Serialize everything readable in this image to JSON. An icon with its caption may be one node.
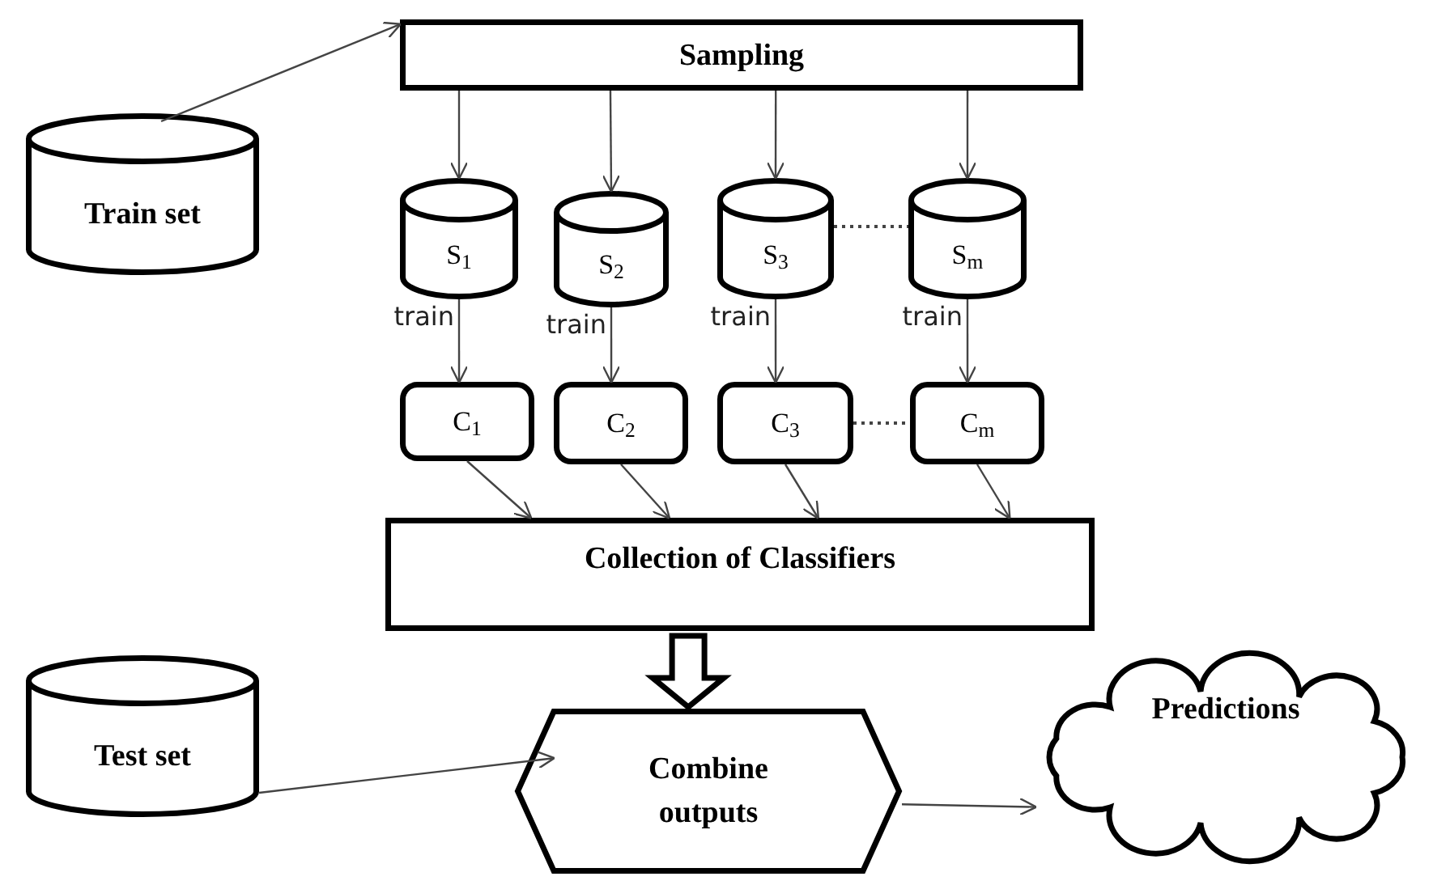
{
  "diagram": {
    "nodes": [
      {
        "text": [
          "Sampling"
        ]
      },
      {
        "text": [
          "Train set"
        ]
      },
      {
        "text": [
          "S$_{1}$"
        ]
      },
      {
        "text": [
          "S$_{2}$"
        ]
      },
      {
        "text": [
          "S$_{3}$"
        ]
      },
      {
        "text": [
          "S$_{m}$"
        ]
      },
      {
        "text": [
          "C$_{1}$"
        ]
      },
      {
        "text": [
          "C$_{2}$"
        ]
      },
      {
        "text": [
          "C$_{3}$"
        ]
      },
      {
        "text": [
          "C$_{m}$"
        ]
      },
      {
        "text": [
          "Collection of Classifiers"
        ]
      },
      {
        "text": [
          "Test set"
        ]
      },
      {
        "text": [
          "Combine outputs"
        ]
      },
      {
        "text": [
          "Predictions"
        ]
      }
    ],
    "edges": [
      {
        "from": 1,
        "to": 0,
        "arrow": "to"
      },
      {
        "from": 0,
        "to": 2,
        "arrow": "to"
      },
      {
        "from": 0,
        "to": 3,
        "arrow": "to"
      },
      {
        "from": 0,
        "to": 4,
        "arrow": "to"
      },
      {
        "from": 0,
        "to": 5,
        "arrow": "to"
      },
      {
        "from": 2,
        "to": 6,
        "arrow": "to",
        "label": "train"
      },
      {
        "from": 3,
        "to": 7,
        "arrow": "to",
        "label": "train"
      },
      {
        "from": 4,
        "to": 8,
        "arrow": "to",
        "label": "train"
      },
      {
        "from": 5,
        "to": 9,
        "arrow": "to",
        "label": "train"
      },
      {
        "from": 6,
        "to": 10,
        "arrow": "to"
      },
      {
        "from": 7,
        "to": 10,
        "arrow": "to"
      },
      {
        "from": 8,
        "to": 10,
        "arrow": "to"
      },
      {
        "from": 9,
        "to": 10,
        "arrow": "to"
      },
      {
        "from": 10,
        "to": 12,
        "arrow": "to",
        "style": "thick"
      },
      {
        "from": 11,
        "to": 12,
        "arrow": "to"
      },
      {
        "from": 12,
        "to": 13,
        "arrow": "to"
      },
      {
        "from": 8,
        "to": 9,
        "arrow": "none",
        "style": "dashed"
      },
      {
        "from": 4,
        "to": 5,
        "arrow": "none",
        "style": "dashed"
      }
    ]
  }
}
